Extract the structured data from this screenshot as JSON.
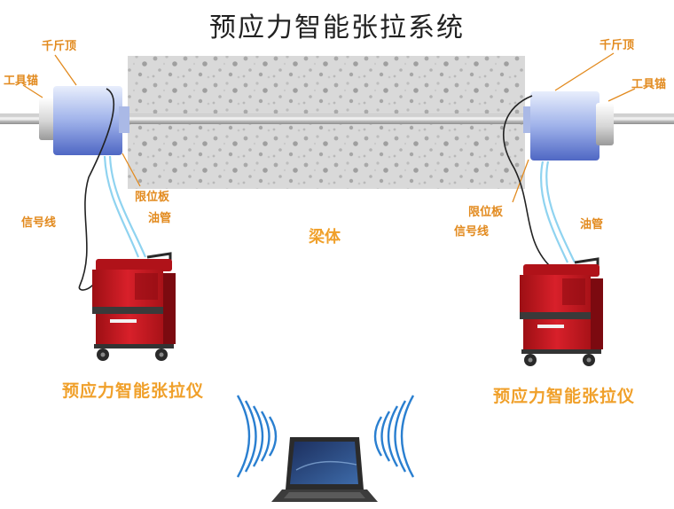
{
  "title": "预应力智能张拉系统",
  "labels": {
    "left_jack": "千斤顶",
    "left_anchor": "工具锚",
    "left_limit_plate": "限位板",
    "left_oil_pipe": "油管",
    "left_signal_line": "信号线",
    "right_jack": "千斤顶",
    "right_anchor": "工具锚",
    "right_limit_plate": "限位板",
    "right_oil_pipe": "油管",
    "right_signal_line": "信号线",
    "beam": "梁体",
    "left_machine": "预应力智能张拉仪",
    "right_machine": "预应力智能张拉仪"
  },
  "colors": {
    "label_orange": "#e28a1e",
    "machine_red": "#c8171e",
    "jack_blue": "#7a93d8",
    "oil_pipe_blue": "#8fd3f0",
    "wifi_blue": "#2a7fd0"
  },
  "icons": {
    "wireless_left": "wifi-waves-icon",
    "wireless_right": "wifi-waves-icon",
    "laptop": "laptop-icon"
  }
}
